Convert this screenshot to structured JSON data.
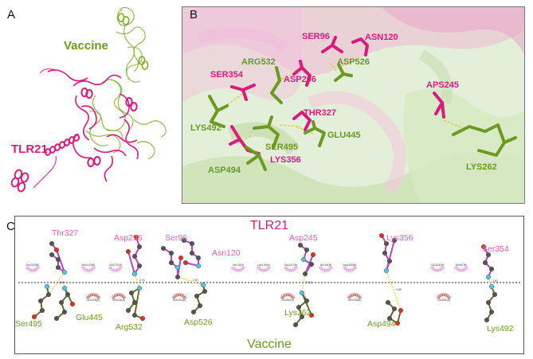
{
  "colors": {
    "tlr21": "#d81b7d",
    "vaccine": "#6a9a1f",
    "hbond": "#e0d040",
    "panelB_bg": "#e3efd9",
    "atom_C": "#555555",
    "atom_O": "#e0321e",
    "atom_N": "#4fc6e8",
    "arc_tlr": "#e37ad0",
    "arc_vac": "#c03030"
  },
  "panel_letters": {
    "a": "A",
    "b": "B",
    "c": "C"
  },
  "panelA": {
    "vaccine_label": "Vaccine",
    "tlr21_label": "TLR21"
  },
  "panelB": {
    "tlr21_residues": [
      "SER96",
      "ASN120",
      "ASP296",
      "SER354",
      "THR327",
      "LYS356",
      "APS245"
    ],
    "vaccine_residues": [
      "ASP526",
      "ARG532",
      "LYS492",
      "SER495",
      "GLU445",
      "ASP494",
      "LYS262"
    ]
  },
  "panelC": {
    "title_top": "TLR21",
    "title_bottom": "Vaccine",
    "tlr21_residues": [
      "Thr327",
      "Asp296",
      "Ser96",
      "Asn120",
      "Asp245",
      "Lys356",
      "Ser354"
    ],
    "vaccine_residues": [
      "Ser495",
      "Glu445",
      "Arg532",
      "Asp526",
      "Lys262",
      "Asp494",
      "Lys492"
    ],
    "tlr21_hydrophobic": [
      "Asn330(B)",
      "Asn100(B)",
      "Glu270(B)",
      "His70(B)",
      "Lys119(B)",
      "Glu247(B)",
      "Ile218(B)",
      "Asp355(B)",
      "Glu303(B)",
      "Asn97(B)"
    ],
    "vaccine_hydrophobic": [
      "Asn435(A)",
      "Ser434(A)",
      "Asn433(A)",
      "Glu260(A)",
      "Asn436(A)",
      "Glu356(A)"
    ],
    "bond_lengths": [
      "2.83",
      "2.91",
      "2.87",
      "2.93",
      "2.80",
      "2.81"
    ]
  }
}
